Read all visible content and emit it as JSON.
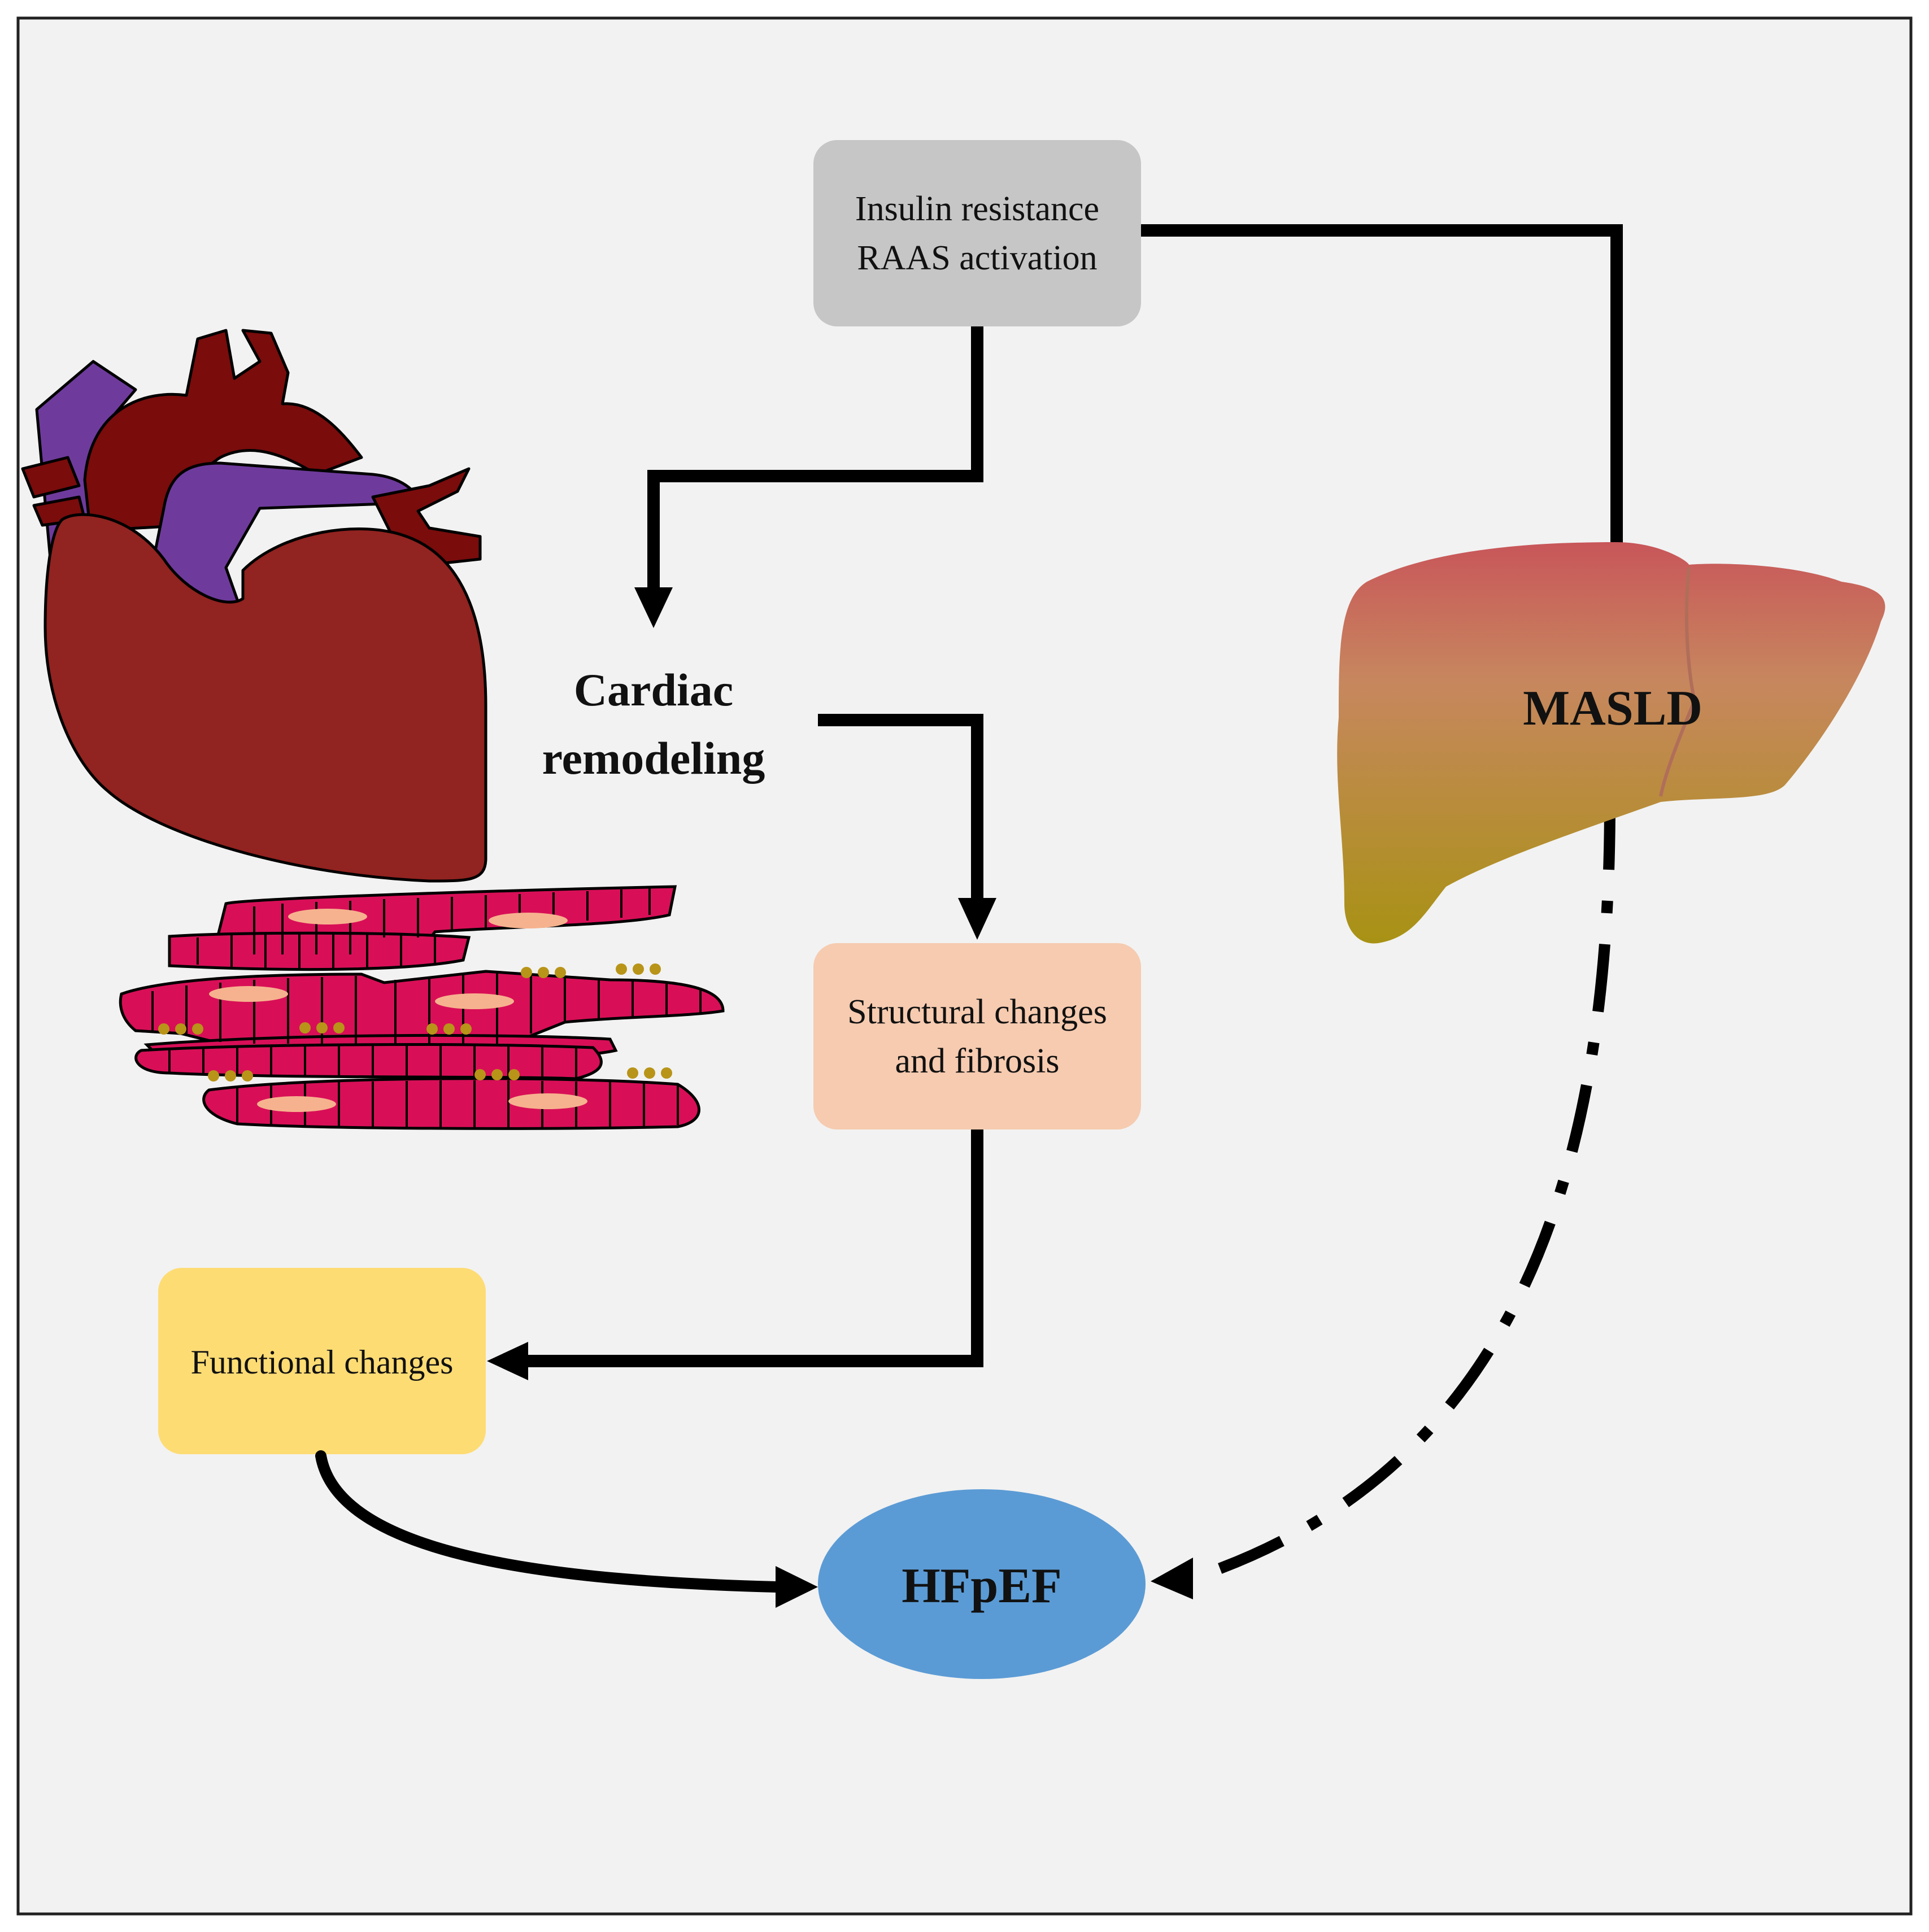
{
  "boxes": {
    "top": {
      "line1": "Insulin resistance",
      "line2": "RAAS activation",
      "color": "#c6c6c6"
    },
    "structural": {
      "line1": "Structural changes",
      "line2": "and fibrosis",
      "color": "#f6cbb0"
    },
    "functional": {
      "label": "Functional changes",
      "color": "#fedc74"
    }
  },
  "labels": {
    "cardiac_line1": "Cardiac",
    "cardiac_line2": "remodeling",
    "masld": "MASLD",
    "hfpef": "HFpEF"
  },
  "colors": {
    "background": "#f2f2f2",
    "arrow": "#000000",
    "heart": "#912320",
    "heart_vessels": "#7a0c0c",
    "veins": "#6e3b9c",
    "muscle": "#d80f57",
    "nucleus": "#f6b28e",
    "mitochondria": "#b89418",
    "liver_top": "#c8565a",
    "liver_bottom": "#a89214",
    "hfpef_ellipse": "#5b9bd5"
  },
  "icons": {
    "heart": "heart-icon",
    "muscle": "cardiomyocyte-icon",
    "liver": "liver-icon"
  }
}
